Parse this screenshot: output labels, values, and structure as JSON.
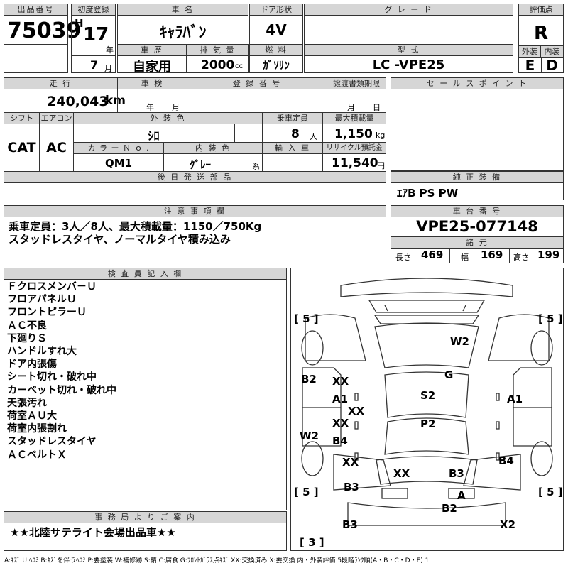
{
  "lot": {
    "label": "出品番号",
    "value": "75039"
  },
  "first_reg": {
    "label": "初度登録",
    "era": "H",
    "year": "17",
    "year_unit": "年",
    "month": "7",
    "month_unit": "月"
  },
  "car_name": {
    "label": "車 名",
    "value": "ｷｬﾗﾊﾞﾝ"
  },
  "door": {
    "label": "ドア形状",
    "value": "4V"
  },
  "grade": {
    "label": "グ レ ー ド",
    "value": ""
  },
  "score": {
    "label": "評価点",
    "value": "R"
  },
  "history": {
    "label": "車 歴",
    "value": "自家用"
  },
  "displacement": {
    "label": "排 気 量",
    "value": "2000",
    "unit": "cc"
  },
  "fuel": {
    "label": "燃 料",
    "value": "ｶﾞｿﾘﾝ"
  },
  "model": {
    "label": "型 式",
    "value": "LC -VPE25"
  },
  "exterior_grade": {
    "label": "外装",
    "value": "E"
  },
  "interior_grade": {
    "label": "内装",
    "value": "D"
  },
  "mileage": {
    "label": "走 行",
    "value": "240,043",
    "unit": "km"
  },
  "inspection": {
    "label": "車 検",
    "year_unit": "年",
    "month_unit": "月"
  },
  "reg_no": {
    "label": "登 録 番 号",
    "value": ""
  },
  "transfer": {
    "label": "譲渡書類期限",
    "month_unit": "月",
    "day_unit": "日"
  },
  "shift": {
    "label": "シフト",
    "value": "CAT"
  },
  "aircon": {
    "label": "エアコン",
    "value": "AC"
  },
  "ext_color": {
    "label": "外 装 色",
    "value": "ｼﾛ"
  },
  "capacity": {
    "label": "乗車定員",
    "value": "8",
    "unit": "人"
  },
  "max_load": {
    "label": "最大積載量",
    "value": "1,150",
    "unit": "kg"
  },
  "color_no": {
    "label": "カ ラ ー Ｎ ｏ .",
    "value": "QM1"
  },
  "int_color": {
    "label": "内 装 色",
    "value": "ｸﾞﾚｰ",
    "suffix": "系"
  },
  "import": {
    "label": "輸 入 車",
    "value": ""
  },
  "recycle": {
    "label": "リサイクル預託金",
    "value": "11,540",
    "unit": "円"
  },
  "sales_point": {
    "label": "セ ー ル ス ポ イ ン ト",
    "value": ""
  },
  "later_parts": {
    "label": "後 日 発 送 部 品",
    "value": ""
  },
  "equipment": {
    "label": "純 正 装 備",
    "value": "ｴｱB PS PW"
  },
  "notes": {
    "label": "注 意 事 項 欄",
    "lines": [
      "乗車定員：3人／8人、最大積載量：1150／750Kg",
      "スタッドレスタイヤ、ノーマルタイヤ積み込み"
    ]
  },
  "chassis": {
    "label": "車 台 番 号",
    "value": "VPE25-077148"
  },
  "specs": {
    "label": "諸 元",
    "length_label": "長さ",
    "length": "469",
    "width_label": "幅",
    "width": "169",
    "height_label": "高さ",
    "height": "199"
  },
  "inspector": {
    "label": "検 査 員 記 入 欄",
    "lines": [
      "Ｆクロスメンバ－Ｕ",
      "フロアパネルＵ",
      "フロントピラーＵ",
      "ＡＣ不良",
      "下廻りＳ",
      "ハンドルすれ大",
      "ドア内張傷",
      "シート切れ・破れ中",
      "カーペット切れ・破れ中",
      "天張汚れ",
      "荷室ＡＵ大",
      "荷室内張割れ",
      "スタッドレスタイヤ",
      "ＡＣベルトＸ"
    ]
  },
  "office": {
    "label": "事 務 局 よ り ご 案 内",
    "value": "★★北陸サテライト会場出品車★★"
  },
  "diagram_marks": {
    "tire_fl": "[ 5 ]",
    "tire_fr": "[ 5 ]",
    "tire_rl": "[ 5 ]",
    "tire_rr": "[ 5 ]",
    "spare": "[ 3 ]",
    "w2_top": "W2",
    "g": "G",
    "s2": "S2",
    "p2": "P2",
    "b2_left": "B2",
    "xx_l1": "XX",
    "a1_l": "A1",
    "xx_mid": "XX",
    "xx_l2": "XX",
    "b4_l": "B4",
    "a1_r": "A1",
    "w2_left": "W2",
    "b4_r": "B4",
    "xx_l3": "XX",
    "xx_c": "XX",
    "b3_c": "B3",
    "b3_l": "B3",
    "a_rear": "A",
    "b2_rear": "B2",
    "b3_bl": "B3",
    "x2_br": "X2"
  },
  "legend": "A:ｷｽﾞ U:ﾍｺﾐ B:ｷｽﾞを伴うﾍｺﾐ P:要塗装 W:補修跡 S:錆 C:腐食 G:ﾌﾛﾝﾄｶﾞﾗｽ点ｷｽﾞ XX:交換済み X:要交換 内・外装評価 5段階ﾗﾝｸ順(A・B・C・D・E) 1"
}
